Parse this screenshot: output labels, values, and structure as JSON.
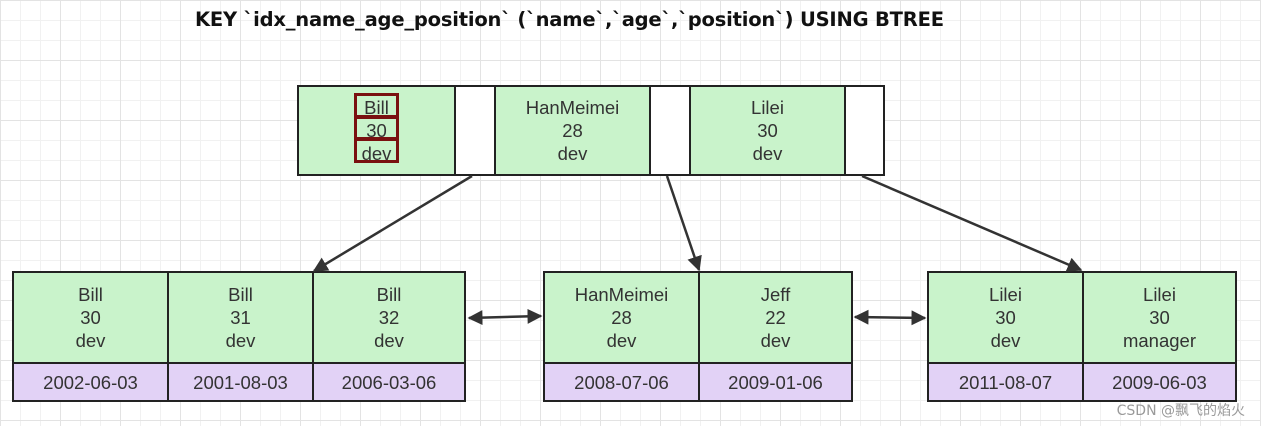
{
  "title": "KEY `idx_name_age_position` (`name`,`age`,`position`) USING BTREE",
  "root": {
    "keys": [
      {
        "name": "Bill",
        "age": "30",
        "position": "dev"
      },
      {
        "name": "HanMeimei",
        "age": "28",
        "position": "dev"
      },
      {
        "name": "Lilei",
        "age": "30",
        "position": "dev"
      }
    ]
  },
  "leaves": [
    {
      "entries": [
        {
          "name": "Bill",
          "age": "30",
          "position": "dev",
          "date": "2002-06-03"
        },
        {
          "name": "Bill",
          "age": "31",
          "position": "dev",
          "date": "2001-08-03"
        },
        {
          "name": "Bill",
          "age": "32",
          "position": "dev",
          "date": "2006-03-06"
        }
      ]
    },
    {
      "entries": [
        {
          "name": "HanMeimei",
          "age": "28",
          "position": "dev",
          "date": "2008-07-06"
        },
        {
          "name": "Jeff",
          "age": "22",
          "position": "dev",
          "date": "2009-01-06"
        }
      ]
    },
    {
      "entries": [
        {
          "name": "Lilei",
          "age": "30",
          "position": "dev",
          "date": "2011-08-07"
        },
        {
          "name": "Lilei",
          "age": "30",
          "position": "manager",
          "date": "2009-06-03"
        }
      ]
    }
  ],
  "colors": {
    "key_fill": "#c9f3cb",
    "data_fill": "#e2d2f6",
    "highlight": "#7a1010",
    "line": "#333333"
  },
  "watermark": "CSDN @飘飞的焰火"
}
